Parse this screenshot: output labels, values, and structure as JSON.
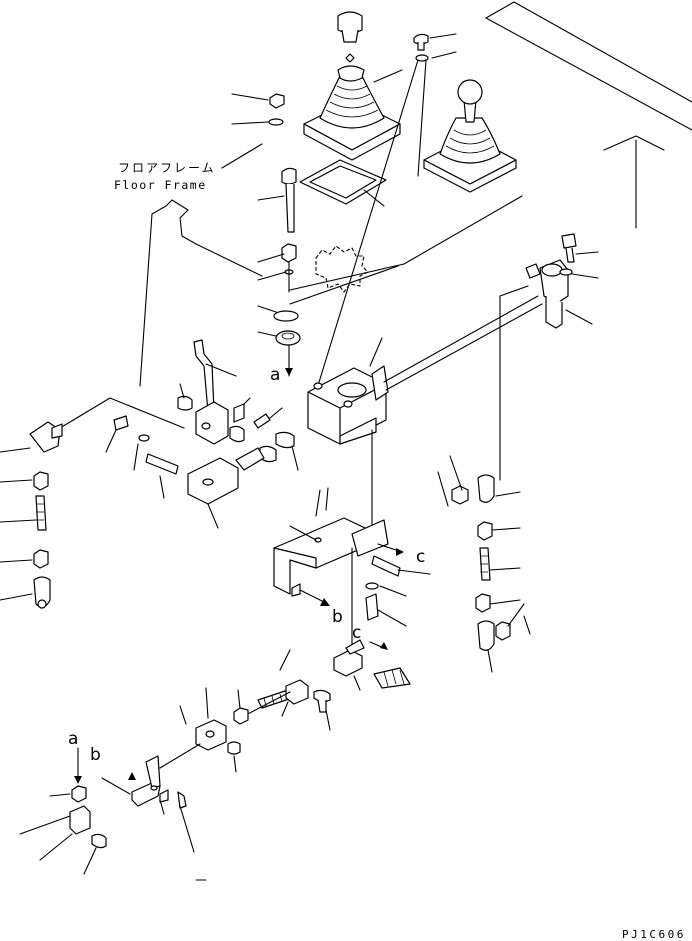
{
  "labels": {
    "floor_frame_jp": "フロアフレーム",
    "floor_frame_en": "Floor Frame",
    "drawing_code": "PJ1C606"
  },
  "callouts": {
    "a_top": "a",
    "a_bottom": "a",
    "b_right": "b",
    "b_left": "b",
    "c_upper": "c",
    "c_lower": "c"
  }
}
